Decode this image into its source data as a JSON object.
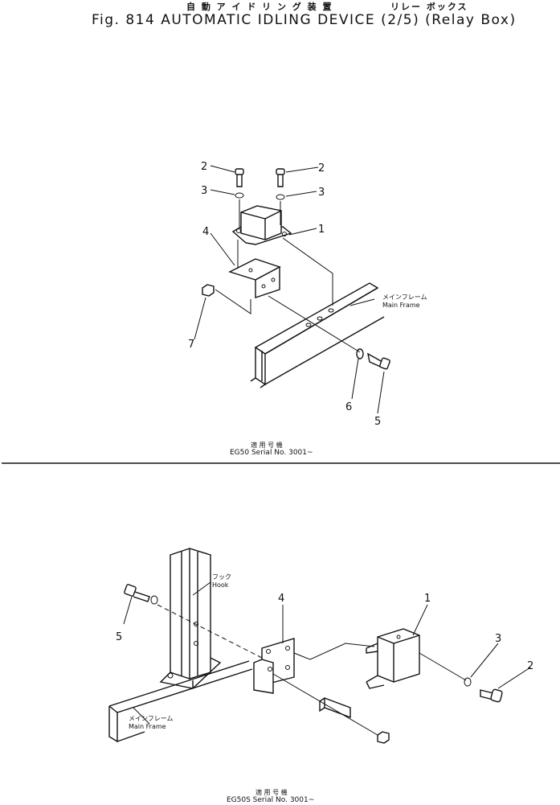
{
  "header": {
    "japanese_title": "自 動 ア イ ド リ ン グ 装 置",
    "japanese_subtitle": "リレー ボックス",
    "title": "Fig. 814   AUTOMATIC IDLING DEVICE (2/5) (Relay Box)"
  },
  "diagram_top": {
    "labels": {
      "main_frame_jp": "メインフレーム",
      "main_frame_en": "Main Frame"
    },
    "callouts": [
      "1",
      "2",
      "2",
      "3",
      "3",
      "4",
      "5",
      "6",
      "7"
    ],
    "applicability_jp": "適 用 号 機",
    "serial": "EG50  Serial No. 3001~"
  },
  "diagram_bottom": {
    "labels": {
      "hook_jp": "フック",
      "hook_en": "Hook",
      "main_frame_jp": "メインフレーム",
      "main_frame_en": "Main Frame"
    },
    "callouts": [
      "1",
      "2",
      "3",
      "4",
      "5"
    ],
    "applicability_jp": "適 用 号 機",
    "serial": "EG50S  Serial No. 3001~"
  }
}
